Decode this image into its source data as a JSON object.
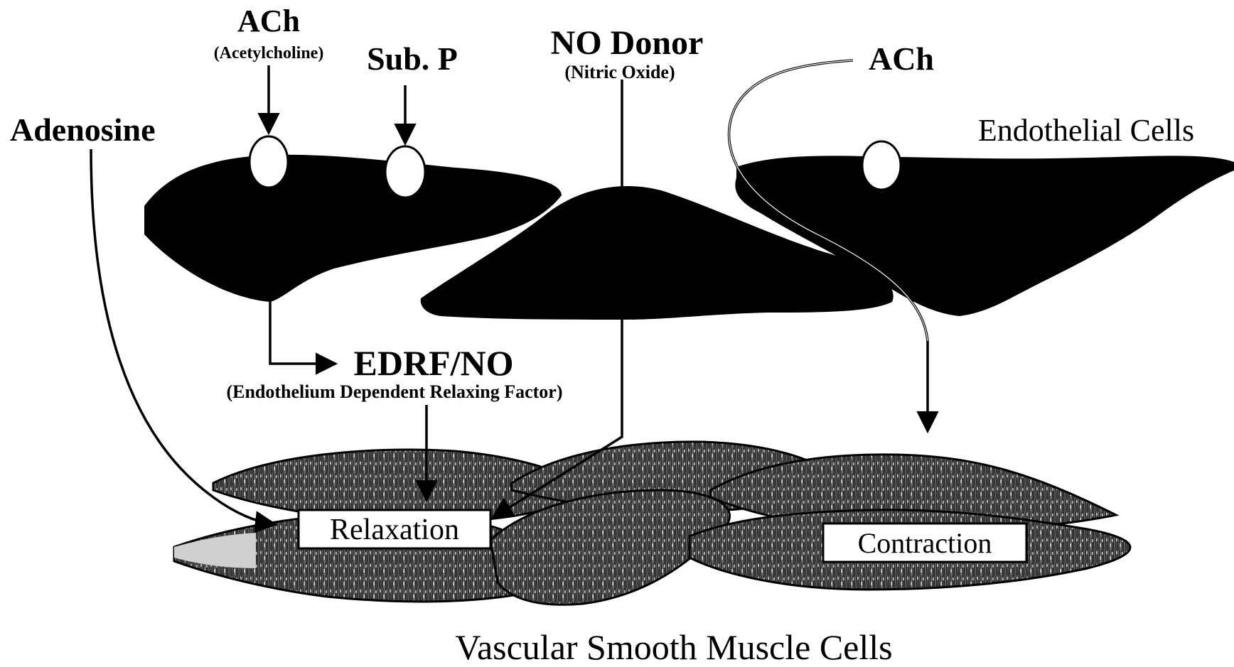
{
  "labels": {
    "ach_left": "ACh",
    "ach_left_sub": "(Acetylcholine)",
    "sub_p": "Sub. P",
    "adenosine": "Adenosine",
    "no_donor": "NO Donor",
    "no_donor_sub": "(Nitric Oxide)",
    "ach_right": "ACh",
    "endothelial_cells": "Endothelial Cells",
    "edrf": "EDRF/NO",
    "edrf_sub": "(Endothelium Dependent Relaxing Factor)",
    "relaxation": "Relaxation",
    "contraction": "Contraction",
    "vsmc": "Vascular Smooth Muscle Cells"
  },
  "colors": {
    "ink": "#000000",
    "paper": "#ffffff",
    "muscle_fill": "#5a5a5a",
    "muscle_light": "#d0d0d0"
  }
}
